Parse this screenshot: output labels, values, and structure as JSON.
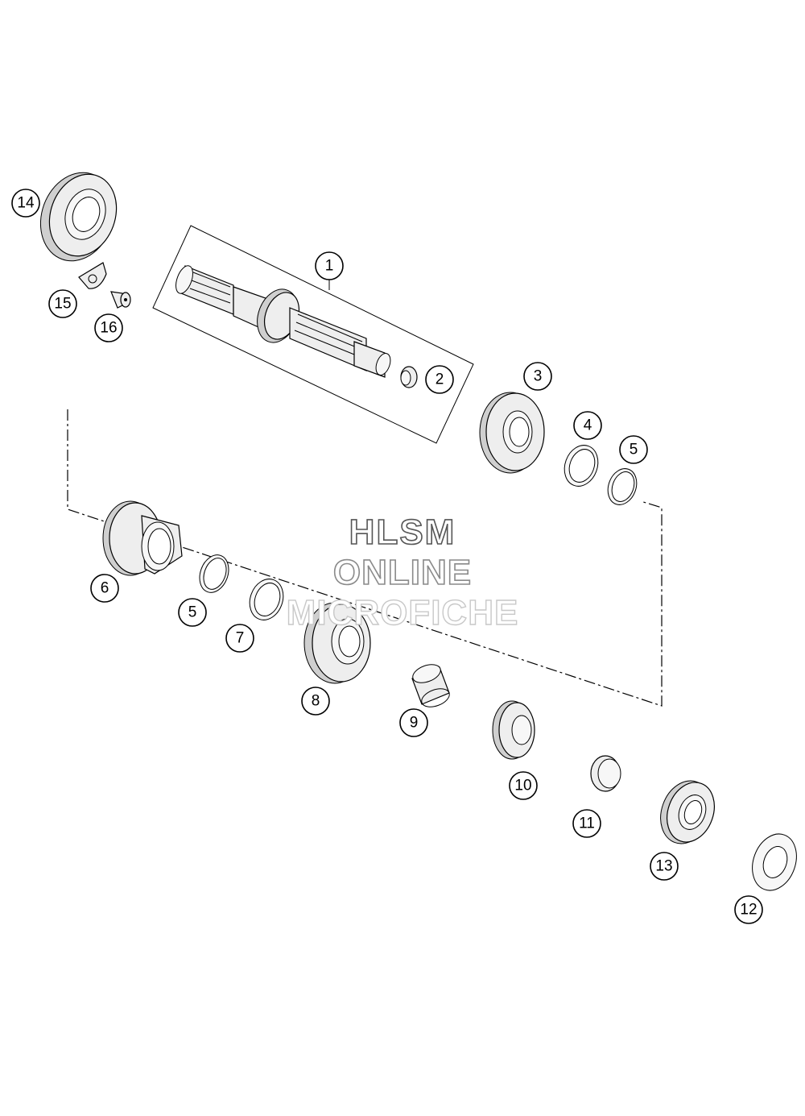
{
  "watermark": {
    "line1": "HLSM",
    "line2": "ONLINE",
    "line3": "MICROFICHE"
  },
  "callouts": [
    {
      "id": "c1",
      "label": "1"
    },
    {
      "id": "c2",
      "label": "2"
    },
    {
      "id": "c3",
      "label": "3"
    },
    {
      "id": "c4",
      "label": "4"
    },
    {
      "id": "c5a",
      "label": "5"
    },
    {
      "id": "c5b",
      "label": "5"
    },
    {
      "id": "c6",
      "label": "6"
    },
    {
      "id": "c7",
      "label": "7"
    },
    {
      "id": "c8",
      "label": "8"
    },
    {
      "id": "c9",
      "label": "9"
    },
    {
      "id": "c10",
      "label": "10"
    },
    {
      "id": "c11",
      "label": "11"
    },
    {
      "id": "c12",
      "label": "12"
    },
    {
      "id": "c13",
      "label": "13"
    },
    {
      "id": "c14",
      "label": "14"
    },
    {
      "id": "c15",
      "label": "15"
    },
    {
      "id": "c16",
      "label": "16"
    }
  ]
}
